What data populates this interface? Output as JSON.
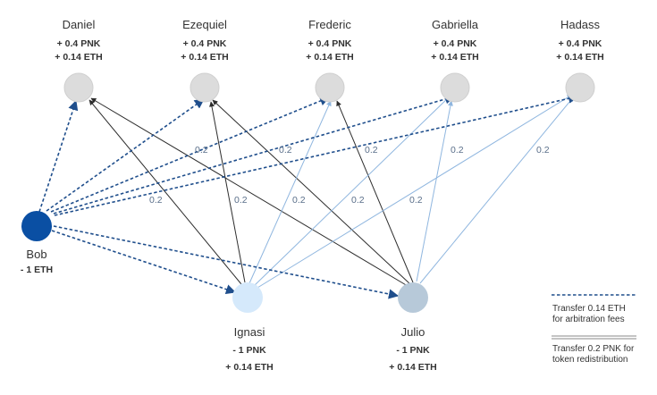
{
  "colors": {
    "eth_arrow": "#1f4e8c",
    "pnk_dark": "#2d2d2d",
    "pnk_light": "#8fb6df",
    "bob": "#0a4fa3",
    "ignasi": "#d5e9fb",
    "julio": "#b7c9d9",
    "juror": "#dcdcdc"
  },
  "jurors": [
    {
      "name": "Daniel",
      "pnk": "+ 0.4 PNK",
      "eth": "+ 0.14 ETH"
    },
    {
      "name": "Ezequiel",
      "pnk": "+ 0.4 PNK",
      "eth": "+ 0.14 ETH"
    },
    {
      "name": "Frederic",
      "pnk": "+ 0.4 PNK",
      "eth": "+ 0.14 ETH"
    },
    {
      "name": "Gabriella",
      "pnk": "+ 0.4 PNK",
      "eth": "+ 0.14 ETH"
    },
    {
      "name": "Hadass",
      "pnk": "+ 0.4 PNK",
      "eth": "+ 0.14 ETH"
    }
  ],
  "bob": {
    "name": "Bob",
    "eth": "- 1 ETH"
  },
  "losers": [
    {
      "name": "Ignasi",
      "pnk": "- 1 PNK",
      "eth": "+ 0.14 ETH"
    },
    {
      "name": "Julio",
      "pnk": "- 1 PNK",
      "eth": "+ 0.14 ETH"
    }
  ],
  "edge_weight": "0.2",
  "legend": {
    "eth_line1": "Transfer 0.14 ETH",
    "eth_line2": "for arbitration fees",
    "pnk_line1": "Transfer 0.2 PNK for",
    "pnk_line2": "token redistribution"
  }
}
